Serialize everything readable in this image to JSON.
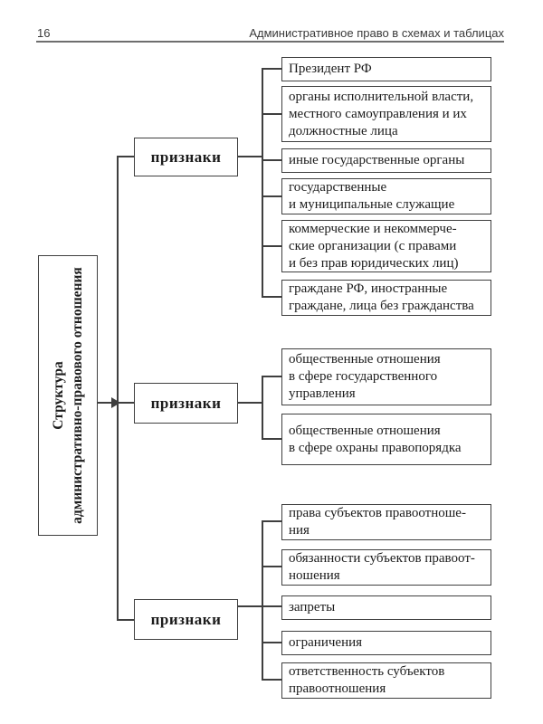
{
  "page": {
    "number": "16",
    "header_title": "Административное право в схемах и таблицах"
  },
  "colors": {
    "ink": "#1c1c1c",
    "line": "#3f3f3f",
    "background": "#ffffff"
  },
  "root": {
    "title_line1": "Структура",
    "title_line2": "административно-правового отношения"
  },
  "groups": [
    {
      "label": "признаки",
      "items": [
        {
          "text": "Президент РФ"
        },
        {
          "text": "органы исполнительной власти,\nместного самоуправления и их\nдолжностные лица"
        },
        {
          "text": "иные государственные органы"
        },
        {
          "text": "государственные\nи муниципальные служащие"
        },
        {
          "text": "коммерческие и некоммерче-\nские организации (с правами\nи без прав юридических лиц)"
        },
        {
          "text": "граждане РФ, иностранные\nграждане, лица без гражданства"
        }
      ]
    },
    {
      "label": "признаки",
      "items": [
        {
          "text": "общественные отношения\nв сфере государственного\nуправления"
        },
        {
          "text": "общественные отношения\nв сфере охраны правопорядка"
        }
      ]
    },
    {
      "label": "признаки",
      "items": [
        {
          "text": "права субъектов правоотноше-\nния"
        },
        {
          "text": "обязанности субъектов правоот-\nношения"
        },
        {
          "text": "запреты"
        },
        {
          "text": "ограничения"
        },
        {
          "text": "ответственность субъектов\nправоотношения"
        }
      ]
    }
  ]
}
